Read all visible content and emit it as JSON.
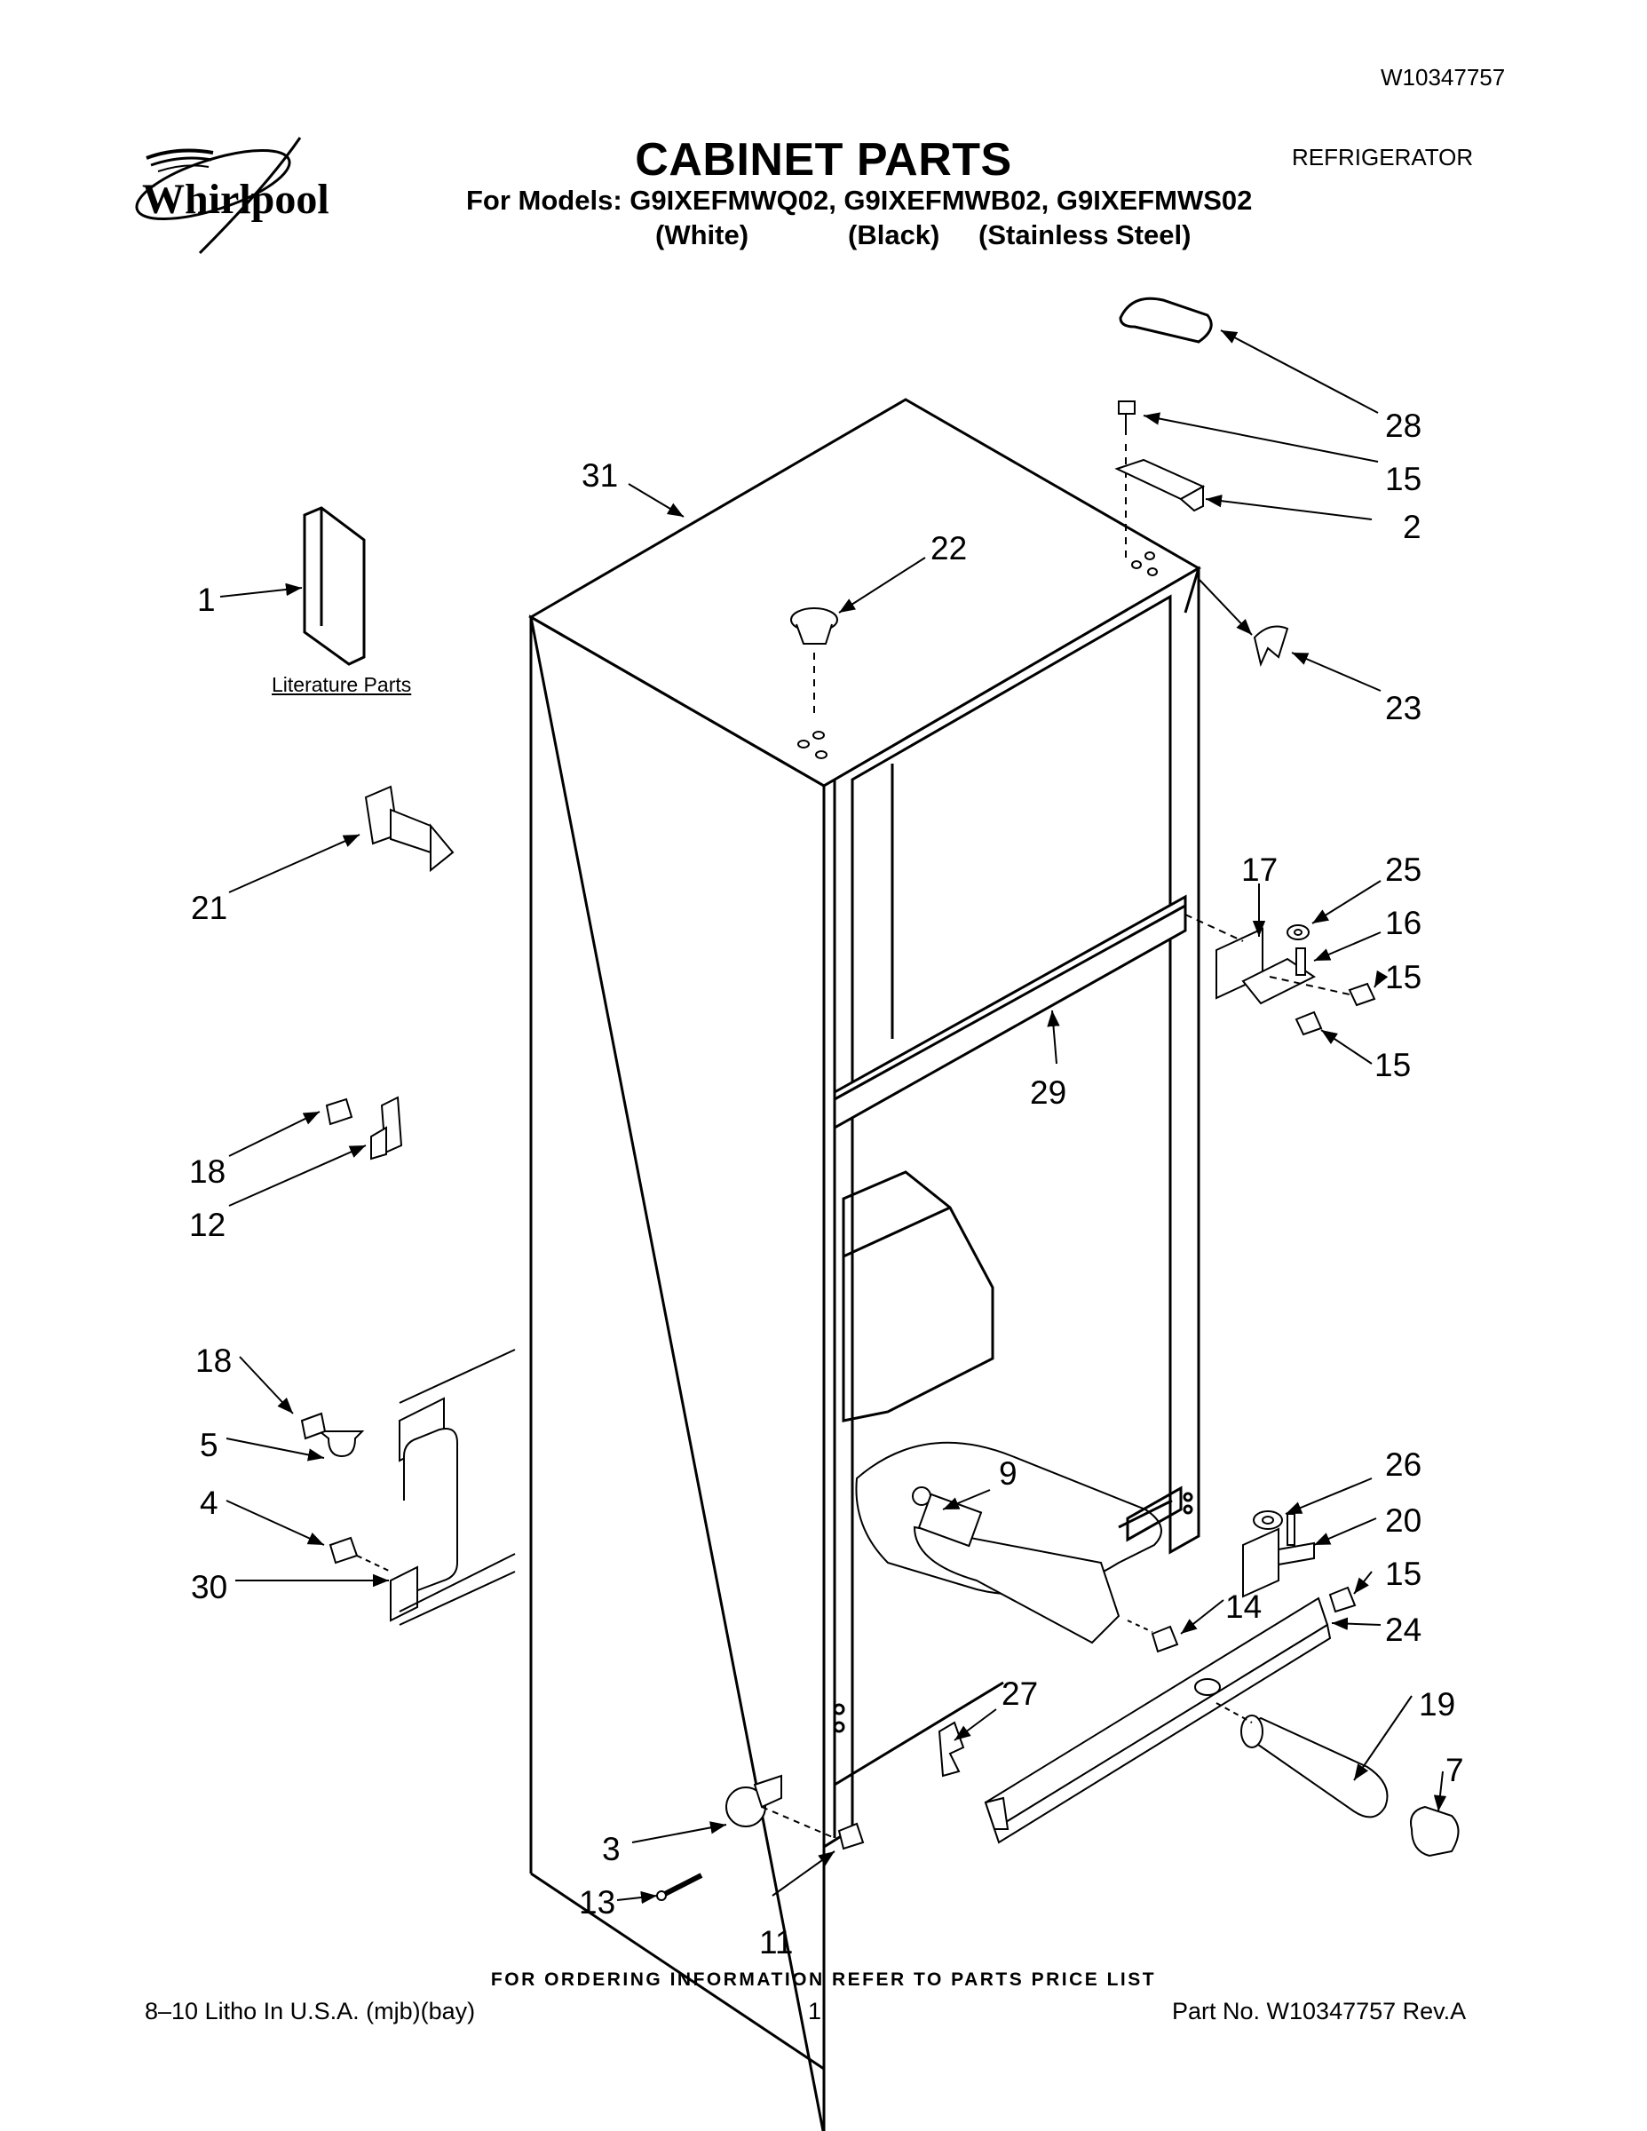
{
  "header": {
    "document_number": "W10347757",
    "brand": "Whirlpool",
    "title": "CABINET PARTS",
    "category": "REFRIGERATOR",
    "models_line": "For Models: G9IXEFMWQ02, G9IXEFMWB02, G9IXEFMWS02",
    "variants": [
      "(White)",
      "(Black)",
      "(Stainless Steel)"
    ]
  },
  "diagram": {
    "literature_label": "Literature Parts",
    "callouts": [
      "28",
      "15",
      "2",
      "31",
      "22",
      "1",
      "23",
      "21",
      "17",
      "25",
      "16",
      "15",
      "15",
      "29",
      "18",
      "12",
      "18",
      "5",
      "4",
      "30",
      "9",
      "26",
      "20",
      "15",
      "14",
      "24",
      "27",
      "19",
      "7",
      "3",
      "13",
      "11"
    ]
  },
  "footer": {
    "ordering_note": "FOR ORDERING INFORMATION REFER TO PARTS PRICE LIST",
    "litho": "8–10 Litho In U.S.A. (mjb)(bay)",
    "page": "1",
    "part_no": "Part No. W10347757 Rev.A"
  }
}
